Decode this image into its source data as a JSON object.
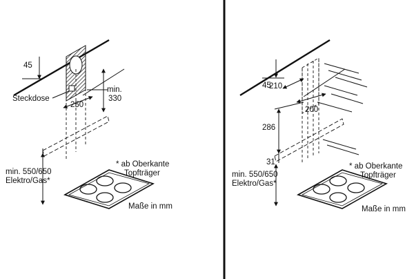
{
  "left_panel": {
    "dim_top": "45",
    "socket_label": "Steckdose",
    "dim_width": "250",
    "dim_min_line1": "min.",
    "dim_min_line2": "330",
    "note_line1": "* ab Oberkante",
    "note_line2": "Topfträger",
    "height_line1": "min. 550/650",
    "height_line2": "Elektro/Gas*",
    "units": "Maße in mm"
  },
  "right_panel": {
    "dim_top": "45",
    "dim_210": "210",
    "dim_200": "200",
    "dim_286": "286",
    "dim_31": "31",
    "note_line1": "* ab Oberkante",
    "note_line2": "Topfträger",
    "height_line1": "min. 550/650",
    "height_line2": "Elektro/Gas*",
    "units": "Maße in mm"
  }
}
